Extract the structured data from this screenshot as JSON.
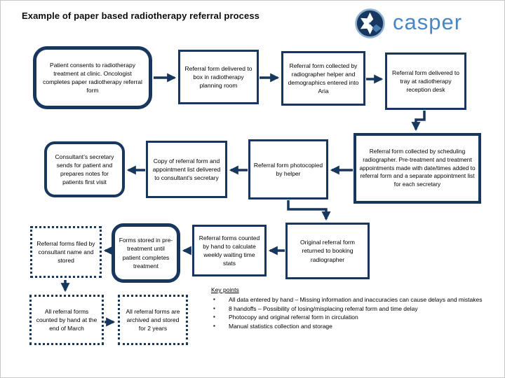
{
  "title": "Example of paper based radiotherapy referral process",
  "logo": {
    "text": "casper",
    "icon": "snowflake-circle-icon"
  },
  "colors": {
    "accent_navy": "#17375e",
    "logo_blue": "#4a86c2",
    "logo_circle": "#17375e",
    "text": "#000000",
    "background": "#ffffff"
  },
  "boxes": {
    "patient_consents": "Patient consents to radiotherapy treatment at clinic. Oncologist completes paper radiotherapy referral form",
    "delivered_box": "Referral form delivered to box in radiotherapy planning room",
    "collected_helper": "Referral form collected by radiographer helper and demographics entered into Aria",
    "delivered_tray": "Referral form delivered to tray at radiotherapy reception desk",
    "scheduling": "Referral form collected by scheduling radiographer. Pre-treatment and treatment appointments made with date/times added to referral form and a separate appointment list for each secretary",
    "photocopied": "Referral form photocopied by helper",
    "copy_delivered": "Copy of referral form and appointment list delivered to consultant’s secretary",
    "secretary_sends": "Consultant’s secretary sends for patient and prepares notes for patients first visit",
    "filed_stored": "Referral forms filed by consultant name and stored",
    "stored_pretreatment": "Forms stored in pre-treatment until patient completes treatment",
    "counted_weekly": "Referral forms counted by hand to calculate weekly waiting time stats",
    "original_returned": "Original referral form returned to booking radiographer",
    "counted_march": "All referral forms counted by hand at the end of March",
    "archived": "All referral forms are archived and stored for 2 years"
  },
  "key_points": {
    "heading": "Key points",
    "items": [
      "All data entered by hand – Missing information and inaccuracies can cause delays and mistakes",
      "8 handoffs – Possibility of losing/misplacing referral form and time delay",
      "Photocopy and original referral form in circulation",
      "Manual statistics collection and storage"
    ]
  }
}
